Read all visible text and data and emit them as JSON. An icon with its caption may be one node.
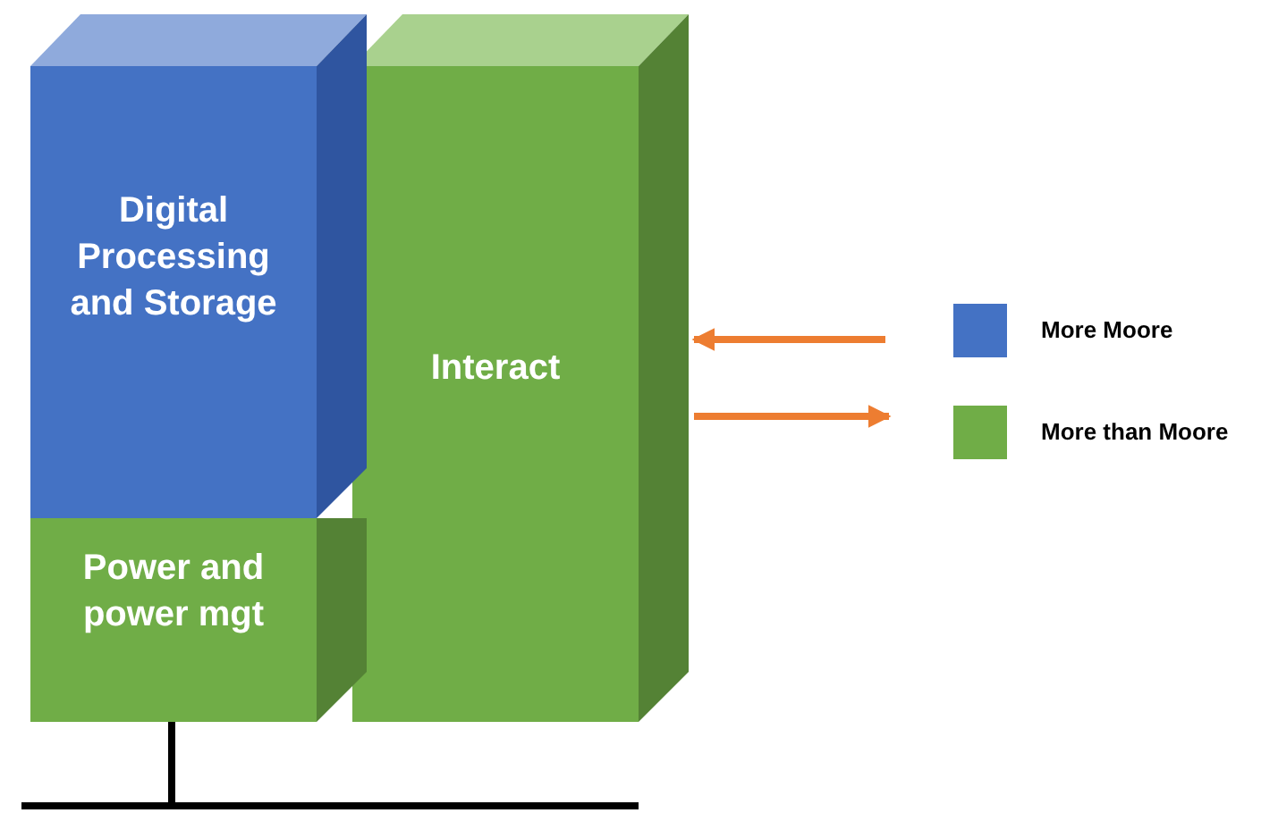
{
  "diagram": {
    "nodes": [
      {
        "text": [
          "Digital Processing and Storage"
        ]
      },
      {
        "text": [
          "Power and power mgt"
        ]
      },
      {
        "text": [
          "Interact"
        ]
      }
    ],
    "edges": [
      {
        "from": null,
        "to": 2,
        "arrow": "to"
      },
      {
        "from": 2,
        "to": null,
        "arrow": "to"
      }
    ],
    "legend": [
      {
        "text": "More Moore",
        "color": "#4472c4"
      },
      {
        "text": "More than Moore",
        "color": "#70ad47"
      }
    ]
  }
}
